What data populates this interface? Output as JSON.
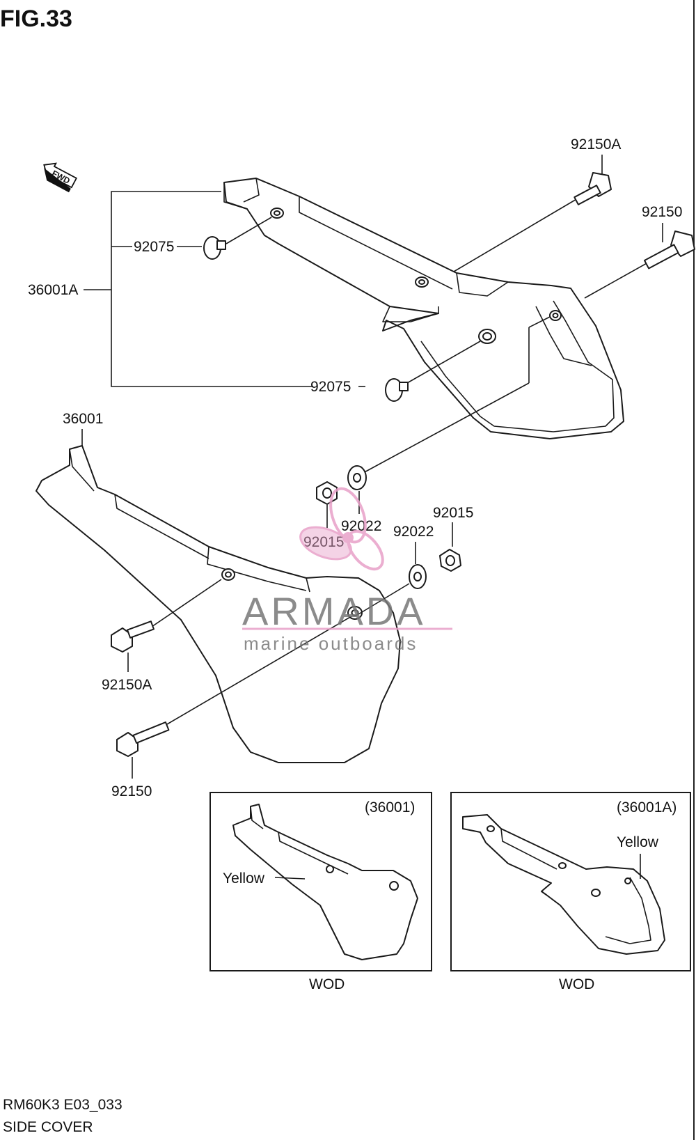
{
  "figure_title": "FIG.33",
  "direction_marker": "FWD",
  "parts": {
    "p36001A": "36001A",
    "p36001": "36001",
    "p92150A_top": "92150A",
    "p92150_top": "92150",
    "p92075_a": "92075",
    "p92075_b": "92075",
    "p92015_a": "92015",
    "p92015_b": "92015",
    "p92022_a": "92022",
    "p92022_b": "92022",
    "p92150A_bottom": "92150A",
    "p92150_bottom": "92150"
  },
  "insets": [
    {
      "ref": "(36001)",
      "color_label": "Yellow",
      "caption": "WOD"
    },
    {
      "ref": "(36001A)",
      "color_label": "Yellow",
      "caption": "WOD"
    }
  ],
  "watermark": {
    "brand": "ARMADA",
    "tagline": "marine outboards",
    "accent_color": "#e8a0c8"
  },
  "footer": {
    "model_code": "RM60K3 E03_033",
    "section_name": "SIDE COVER"
  }
}
